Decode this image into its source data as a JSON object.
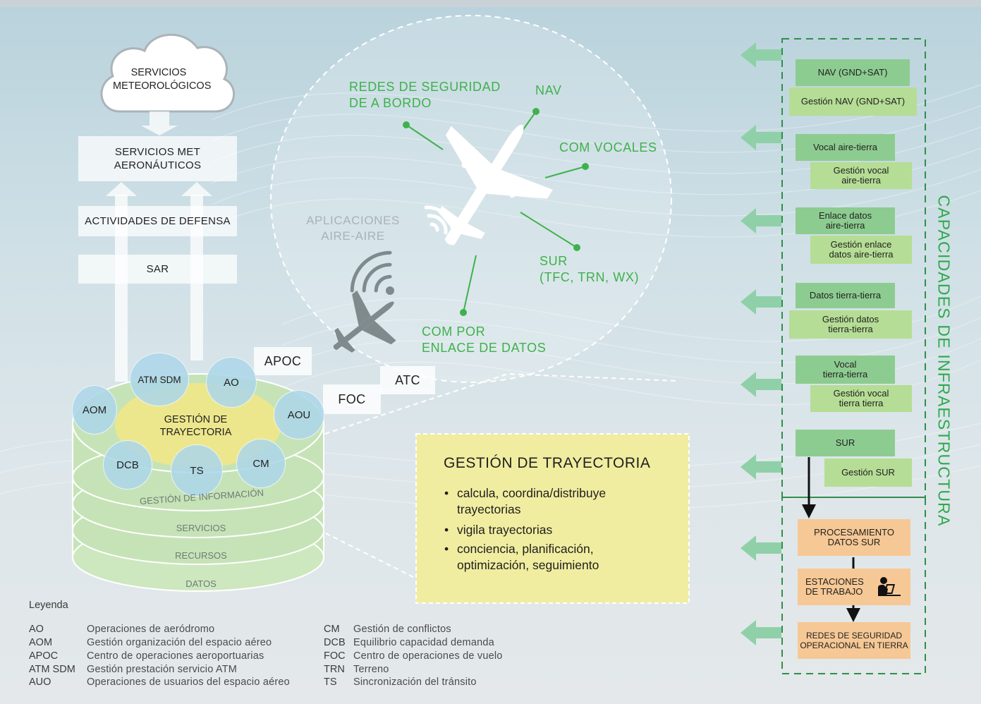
{
  "cloud": {
    "line1": "SERVICIOS",
    "line2": "METEOROLÓGICOS"
  },
  "left_stack": {
    "met_aero_1": "SERVICIOS MET",
    "met_aero_2": "AERONÁUTICOS",
    "defensa": "ACTIVIDADES DE DEFENSA",
    "sar": "SAR"
  },
  "air_circle": {
    "redes_1": "REDES DE SEGURIDAD",
    "redes_2": "DE A BORDO",
    "nav": "NAV",
    "com_vocales": "COM VOCALES",
    "sur_1": "SUR",
    "sur_2": "(TFC, TRN, WX)",
    "com_datos_1": "COM POR",
    "com_datos_2": "ENLACE DE DATOS",
    "aire_aire_1": "APLICACIONES",
    "aire_aire_2": "AIRE-AIRE"
  },
  "tags": {
    "apoc": "APOC",
    "atc": "ATC",
    "foc": "FOC"
  },
  "cylinder": {
    "center_1": "GESTIÓN DE",
    "center_2": "TRAYECTORIA",
    "nodes": {
      "atm_sdm": "ATM SDM",
      "ao": "AO",
      "aom": "AOM",
      "aou": "AOU",
      "dcb": "DCB",
      "ts": "TS",
      "cm": "CM"
    },
    "layers": {
      "info": "GESTIÓN DE INFORMACIÓN",
      "servicios": "SERVICIOS",
      "recursos": "RECURSOS",
      "datos": "DATOS"
    }
  },
  "trayectoria_box": {
    "title": "GESTIÓN DE TRAYECTORIA",
    "bullets": [
      {
        "l1": "calcula, coordina/distribuye",
        "l2": "trayectorias"
      },
      {
        "l1": "vigila trayectorias",
        "l2": ""
      },
      {
        "l1": "conciencia, planificación,",
        "l2": "optimización, seguimiento"
      }
    ]
  },
  "infra": {
    "vertical_title": "CAPACIDADES DE INFRAESTRUCTURA",
    "groups": [
      {
        "top": "NAV (GND+SAT)",
        "bottom": "Gestión NAV (GND+SAT)"
      },
      {
        "top": "Vocal aire-tierra",
        "bottom_1": "Gestión vocal",
        "bottom_2": "aire-tierra"
      },
      {
        "top_1": "Enlace datos",
        "top_2": "aire-tierra",
        "bottom_1": "Gestión enlace",
        "bottom_2": "datos aire-tierra"
      },
      {
        "top": "Datos tierra-tierra",
        "bottom_1": "Gestión datos",
        "bottom_2": "tierra-tierra"
      },
      {
        "top_1": "Vocal",
        "top_2": "tierra-tierra",
        "bottom_1": "Gestión vocal",
        "bottom_2": "tierra tierra"
      },
      {
        "top": "SUR",
        "bottom": "Gestión SUR"
      }
    ],
    "procesamiento_1": "PROCESAMIENTO",
    "procesamiento_2": "DATOS SUR",
    "estaciones_1": "ESTACIONES",
    "estaciones_2": "DE TRABAJO",
    "redes_1": "REDES DE SEGURIDAD",
    "redes_2": "OPERACIONAL EN TIERRA"
  },
  "legend": {
    "title": "Leyenda",
    "left": [
      {
        "abbr": "AO",
        "desc": "Operaciones de aeródromo"
      },
      {
        "abbr": "AOM",
        "desc": "Gestión organización del espacio aéreo"
      },
      {
        "abbr": "APOC",
        "desc": "Centro de operaciones aeroportuarias"
      },
      {
        "abbr": "ATM SDM",
        "desc": "Gestión prestación servicio ATM"
      },
      {
        "abbr": "AUO",
        "desc": "Operaciones de usuarios del espacio aéreo"
      }
    ],
    "right": [
      {
        "abbr": "CM",
        "desc": "Gestión de conflictos"
      },
      {
        "abbr": "DCB",
        "desc": "Equilibrio capacidad demanda"
      },
      {
        "abbr": "FOC",
        "desc": "Centro de operaciones de vuelo"
      },
      {
        "abbr": "TRN",
        "desc": "Terreno"
      },
      {
        "abbr": "TS",
        "desc": "Sincronización del tránsito"
      }
    ]
  },
  "icons": {
    "cloud": "cloud-icon",
    "plane_large": "airplane-icon",
    "plane_small": "airplane-small-icon",
    "wifi": "wireless-signal-icon",
    "workstation": "workstation-user-icon",
    "arrows": "left-arrow-icon"
  },
  "colors": {
    "green_text": "#3fb14b",
    "green_box_dark": "#8dcc90",
    "green_box_light": "#b5dd95",
    "orange_box": "#f6c895",
    "yellow_box": "#f1eda0",
    "dashed_frame": "#2f8f4a"
  }
}
